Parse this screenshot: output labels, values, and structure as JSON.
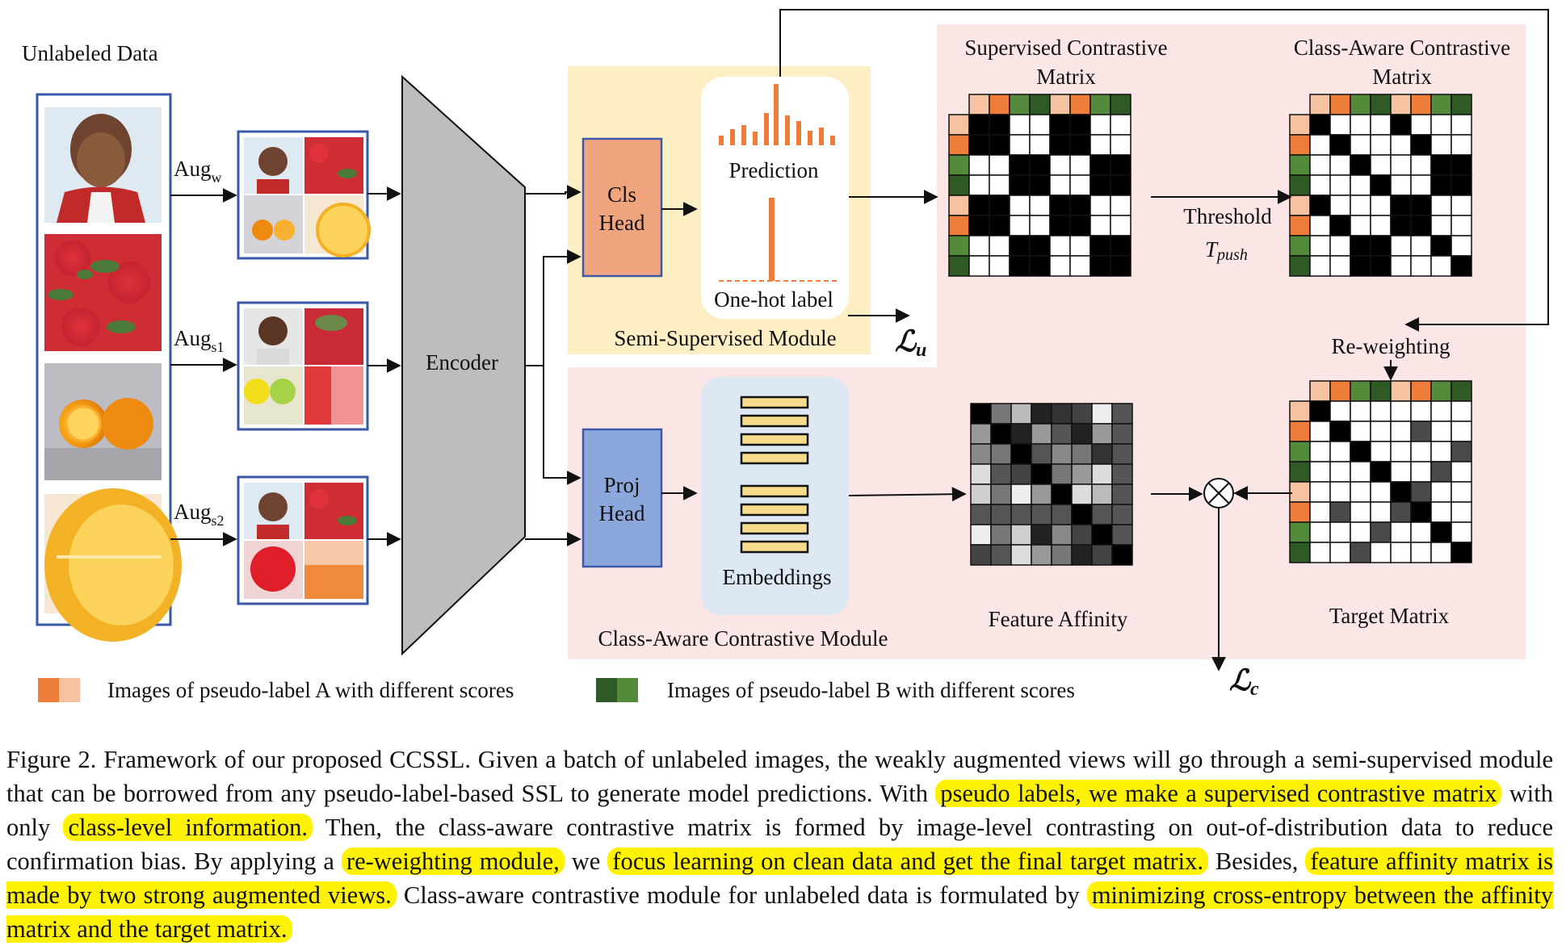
{
  "figure": {
    "unlabeled_title": "Unlabeled Data",
    "aug_labels": [
      {
        "base": "Aug",
        "sub": "w"
      },
      {
        "base": "Aug",
        "sub": "s1"
      },
      {
        "base": "Aug",
        "sub": "s2"
      }
    ],
    "encoder_label": "Encoder",
    "cls_head": [
      "Cls",
      "Head"
    ],
    "proj_head": [
      "Proj",
      "Head"
    ],
    "prediction_label": "Prediction",
    "onehot_label": "One-hot label",
    "semi_module_label": "Semi-Supervised Module",
    "loss_u": {
      "base": "ℒ",
      "sub": "u"
    },
    "loss_c": {
      "base": "ℒ",
      "sub": "c"
    },
    "sup_matrix_title": [
      "Supervised Contrastive",
      "Matrix"
    ],
    "class_aware_title": [
      "Class-Aware Contrastive",
      "Matrix"
    ],
    "threshold_label": "Threshold",
    "threshold_symbol": {
      "base": "T",
      "sub": "push"
    },
    "reweighting_label": "Re-weighting",
    "embeddings_label": "Embeddings",
    "feature_affinity_label": "Feature Affinity",
    "target_matrix_label": "Target Matrix",
    "contrastive_module_label": "Class-Aware Contrastive Module",
    "legend_a": "Images of pseudo-label A with different scores",
    "legend_b": "Images of pseudo-label B with different scores",
    "colors": {
      "semi_bg": "#fdeec4",
      "contrast_bg": "#fbe6e6",
      "cls_head": "#f1a57f",
      "proj_head": "#8ca7dc",
      "encoder": "#bdbdbd",
      "embedding_bar": "#f7dc8c",
      "orange": "#ee7d3a",
      "light_orange": "#f6c3a2",
      "green": "#548a3c",
      "dark_green": "#2f5a25",
      "highlight": "#fff200"
    }
  },
  "caption": {
    "seg1": "Figure 2. Framework of our proposed CCSSL. Given a batch of unlabeled images, the weakly augmented views will go through a semi-supervised module that can be borrowed from any pseudo-label-based SSL to generate model predictions. With",
    "hl1": "pseudo labels, we make a supervised contrastive matrix",
    "seg2": "with only",
    "hl2": "class-level information.",
    "seg3": "Then, the class-aware contrastive matrix is formed by image-level contrasting on out-of-distribution data to reduce confirmation bias. By applying a",
    "hl3": "re-weighting module,",
    "seg4": "we",
    "hl4": "focus learning on clean data and get the final target matrix.",
    "seg5": "Besides,",
    "hl5": "feature affinity matrix is made by two strong augmented views.",
    "seg6": "Class-aware contrastive module for unlabeled data is formulated by",
    "hl6": "minimizing cross-entropy between the affinity matrix and the target matrix."
  }
}
